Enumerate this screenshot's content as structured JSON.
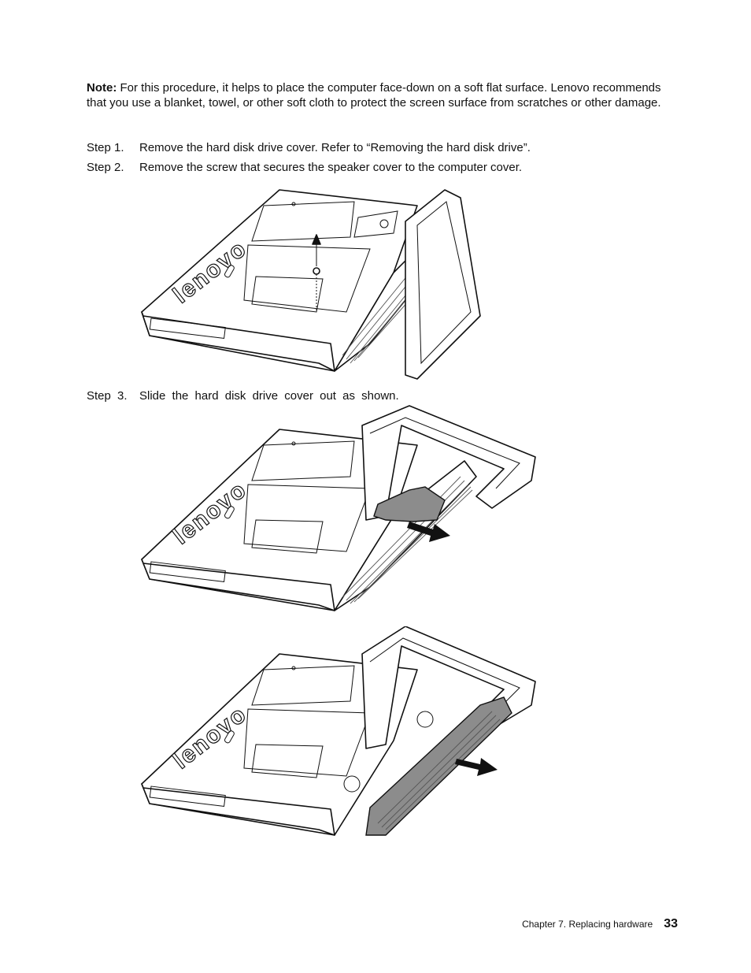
{
  "note": {
    "label": "Note:",
    "text": "For this procedure, it helps to place the computer face-down on a soft flat surface. Lenovo recommends that you use a blanket, towel, or other soft cloth to protect the screen surface from scratches or other damage."
  },
  "steps": [
    {
      "num": "Step 1.",
      "text": "Remove the hard disk drive cover. Refer to “Removing the hard disk drive”."
    },
    {
      "num": "Step 2.",
      "text": "Remove the screw that secures the speaker cover to the computer cover."
    },
    {
      "num": "Step 3.",
      "text": "Slide the hard disk drive cover out as shown."
    }
  ],
  "figures": {
    "brand_text": "lenovo",
    "fig1_alt": "screw-removal",
    "fig2_alt": "slide-cover",
    "fig3_alt": "cover-removed"
  },
  "footer": {
    "chapter": "Chapter 7. Replacing hardware",
    "page_number": "33"
  }
}
